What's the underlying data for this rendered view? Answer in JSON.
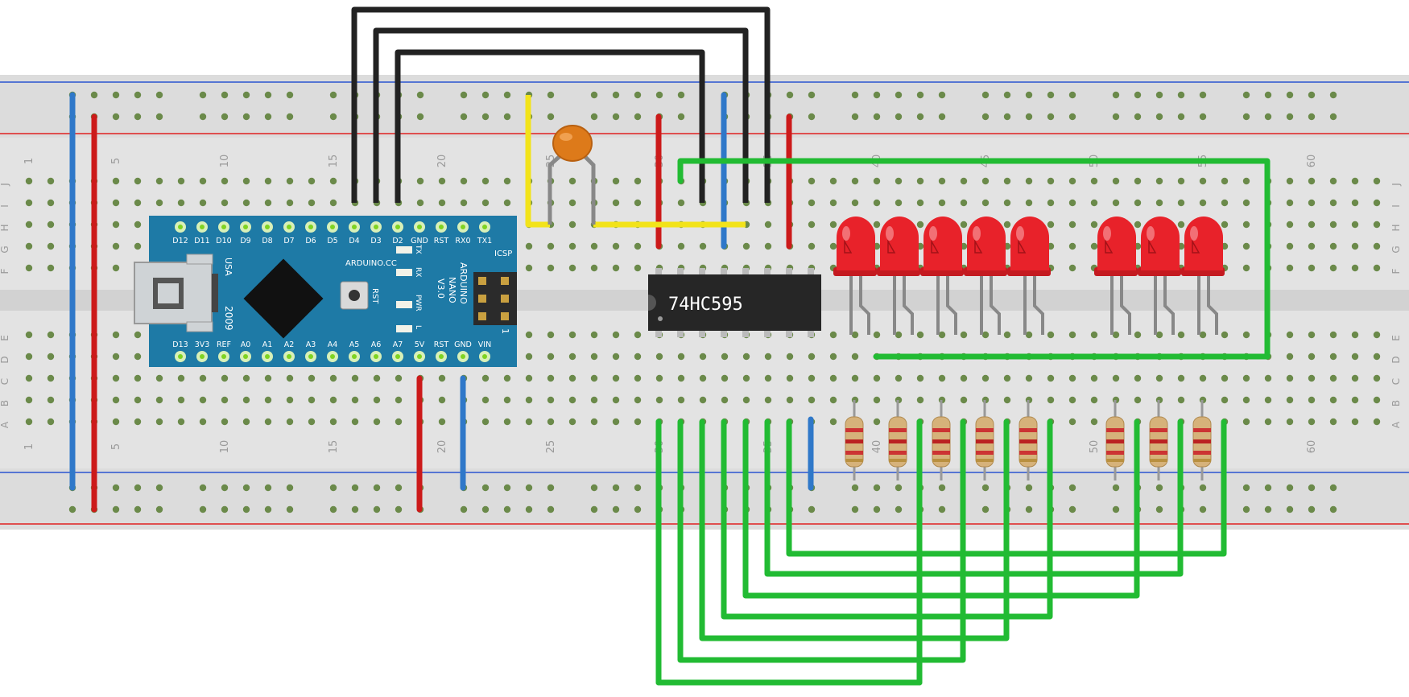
{
  "breadboard": {
    "row_letters_top": [
      "J",
      "I",
      "H",
      "G",
      "F"
    ],
    "row_letters_bottom": [
      "E",
      "D",
      "C",
      "B",
      "A"
    ],
    "column_numbers": [
      "1",
      "5",
      "10",
      "15",
      "20",
      "25",
      "30",
      "35",
      "40",
      "45",
      "50",
      "55",
      "60"
    ],
    "colors": {
      "body": "#e3e3e3",
      "rail_red": "#e02020",
      "rail_blue": "#2a55d0",
      "hole": "#4a4a4a",
      "hole_used": "#7ed321"
    }
  },
  "arduino": {
    "top_pins": [
      "D12",
      "D11",
      "D10",
      "D9",
      "D8",
      "D7",
      "D6",
      "D5",
      "D4",
      "D3",
      "D2",
      "GND",
      "RST",
      "RX0",
      "TX1"
    ],
    "bottom_pins": [
      "D13",
      "3V3",
      "REF",
      "A0",
      "A1",
      "A2",
      "A3",
      "A4",
      "A5",
      "A6",
      "A7",
      "5V",
      "RST",
      "GND",
      "VIN"
    ],
    "brand": "ARDUINO.CC",
    "model_lines": [
      "ARDUINO",
      "NANO",
      "V3.0"
    ],
    "country": "USA",
    "year": "2009",
    "icsp": "ICSP",
    "led_labels": [
      "TX",
      "RX",
      "PWR",
      "L"
    ],
    "rst": "RST",
    "one": "1",
    "color": "#1e7aa6"
  },
  "chip": {
    "label": "74HC595"
  },
  "led_count": 8,
  "colors": {
    "wire_black": "#222222",
    "wire_green": "#22bb33",
    "wire_yellow": "#f2e31a",
    "wire_red": "#cc1a1a",
    "wire_blue": "#2f78c9",
    "led_red": "#e8222a",
    "capacitor": "#dd7a1a"
  }
}
